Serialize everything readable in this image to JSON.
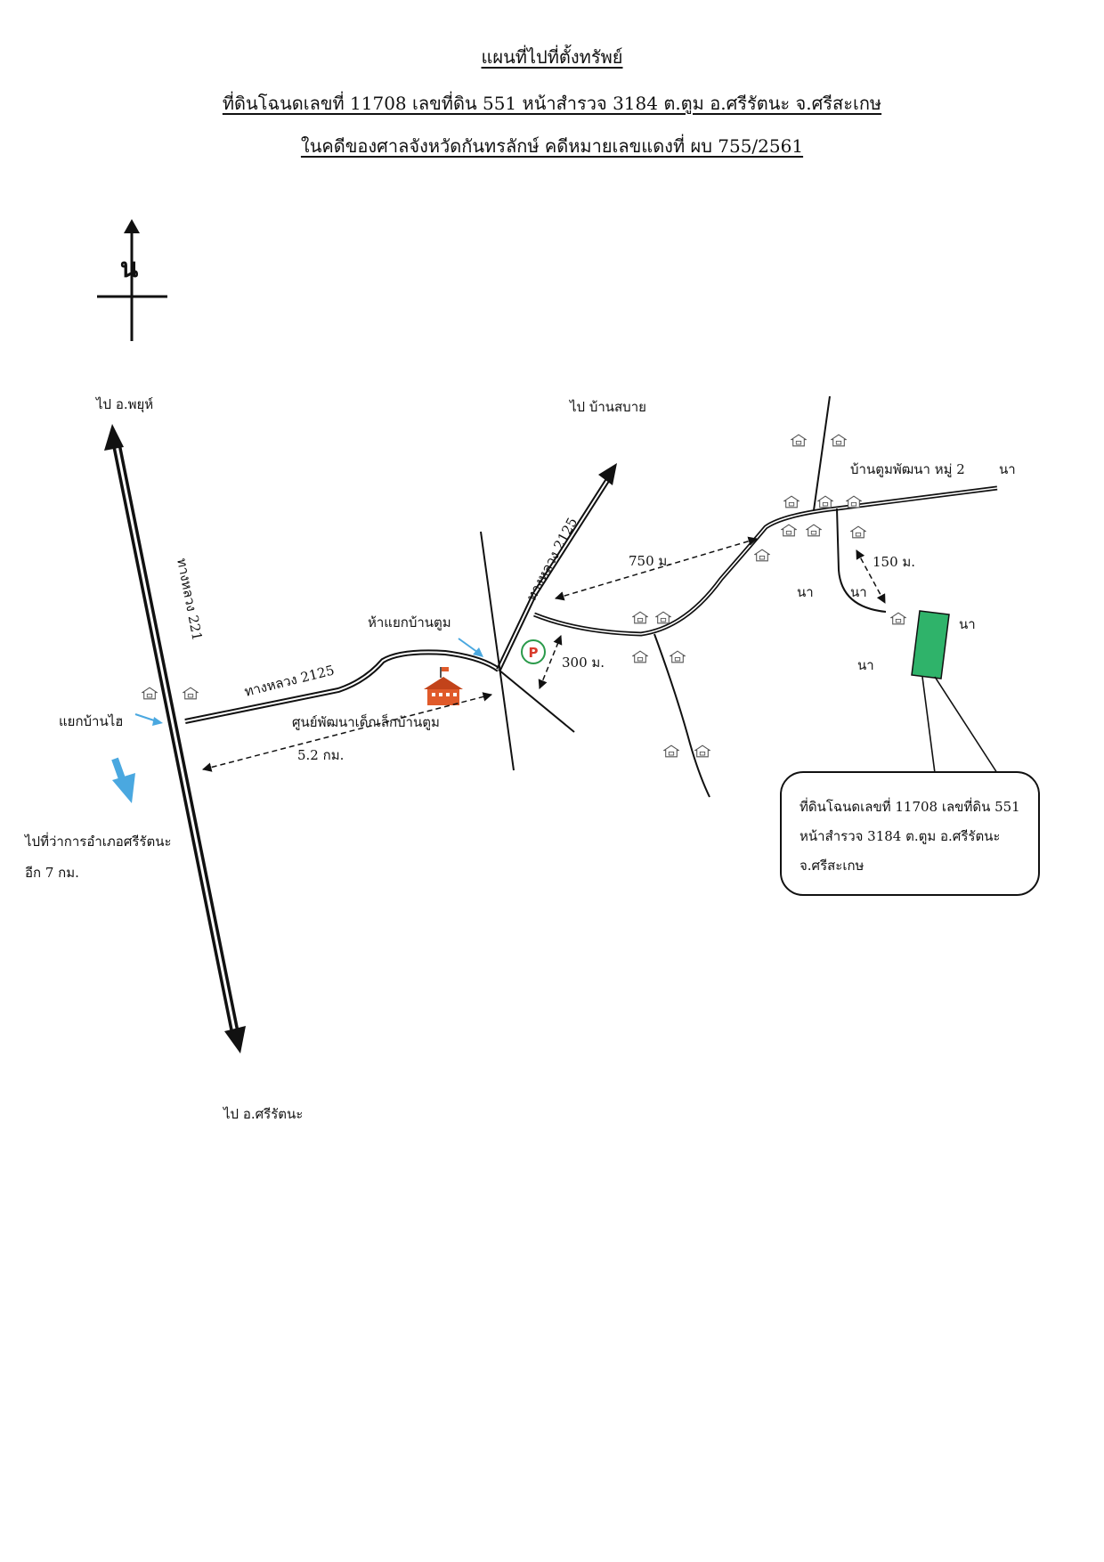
{
  "header": {
    "title": "แผนที่ไปที่ตั้งทรัพย์",
    "line2": "ที่ดินโฉนดเลขที่  11708  เลขที่ดิน 551 หน้าสำรวจ 3184  ต.ตูม  อ.ศรีรัตนะ  จ.ศรีสะเกษ",
    "line3": "ในคดีของศาลจังหวัดกันทรลักษ์  คดีหมายเลขแดงที่  ผบ 755/2561"
  },
  "compass": {
    "north_label": "น"
  },
  "labels": {
    "to_phayu": "ไป อ.พยุห์",
    "to_sisattana": "ไป อ.ศรีรัตนะ",
    "to_ban_sabai": "ไป บ้านสบาย",
    "highway_221": "ทางหลวง 221",
    "highway_2125_west": "ทางหลวง 2125",
    "highway_2125_north": "ทางหลวง 2125",
    "junction_ban_tum": "ห้าแยกบ้านตูม",
    "junction_ban_sai": "แยกบ้านไฮ",
    "child_center": "ศูนย์พัฒนาเด็กเล็กบ้านตูม",
    "to_district_office_1": "ไปที่ว่าการอำเภอศรีรัตนะ",
    "to_district_office_2": "อีก 7 กม.",
    "village": "บ้านตูมพัฒนา หมู่ 2",
    "field_ne": "นา",
    "field_1": "นา",
    "field_2": "นา",
    "field_right": "นา",
    "field_below": "นา"
  },
  "distances": {
    "d_5_2km": "5.2 กม.",
    "d_300m": "300 ม.",
    "d_750m": "750 ม.",
    "d_150m": "150 ม."
  },
  "property_note": {
    "line1": "ที่ดินโฉนดเลขที่ 11708 เลขที่ดิน 551",
    "line2": "หน้าสำรวจ 3184  ต.ตูม อ.ศรีรัตนะ",
    "line3": "จ.ศรีสะเกษ"
  },
  "colors": {
    "property_parcel": "#2fb36a",
    "pointer_arrow": "#4aa8e0",
    "school_icon": "#e05a2a",
    "gas_station_icon": "#d93a2b"
  },
  "icons": [
    "house-icon",
    "school-icon",
    "gas-station-icon",
    "north-arrow-icon"
  ]
}
